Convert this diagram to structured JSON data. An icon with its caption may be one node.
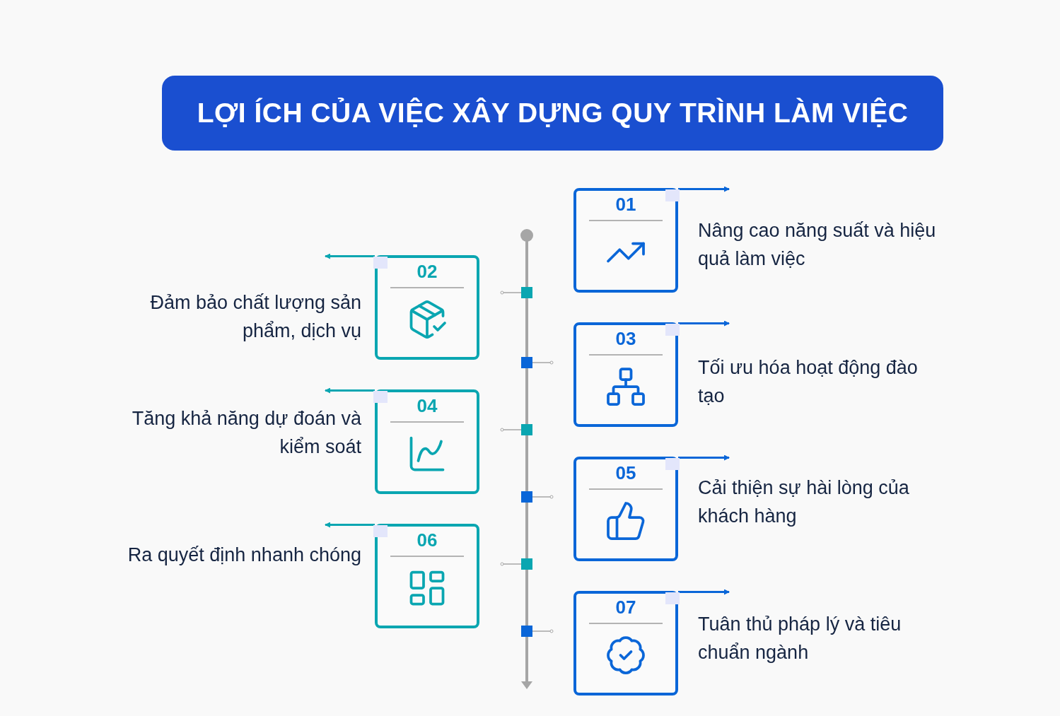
{
  "diagram": {
    "title": "LỢI ÍCH CỦA VIỆC XÂY DỰNG QUY TRÌNH LÀM VIỆC",
    "nodes": [
      {
        "text": [
          "01"
        ],
        "beside": [
          "Nâng cao năng suất và hiệu quả làm việc"
        ]
      },
      {
        "text": [
          "02"
        ],
        "beside": [
          "Đảm bảo chất lượng sản phẩm, dịch vụ"
        ]
      },
      {
        "text": [
          "03"
        ],
        "beside": [
          "Tối ưu hóa hoạt động đào tạo"
        ]
      },
      {
        "text": [
          "04"
        ],
        "beside": [
          "Tăng khả năng dự đoán và kiểm soát"
        ]
      },
      {
        "text": [
          "05"
        ],
        "beside": [
          "Cải thiện sự hài lòng của khách hàng"
        ]
      },
      {
        "text": [
          "06"
        ],
        "beside": [
          "Ra quyết định nhanh chóng"
        ]
      },
      {
        "text": [
          "07"
        ],
        "beside": [
          "Tuân thủ pháp lý và tiêu chuẩn ngành"
        ]
      }
    ],
    "edges": [
      {
        "from": 0,
        "to": null,
        "arrow": "to"
      },
      {
        "from": 1,
        "to": null,
        "arrow": "to",
        "color": "#0aa6b1"
      },
      {
        "from": 2,
        "to": null,
        "arrow": "to"
      },
      {
        "from": 3,
        "to": null,
        "arrow": "to",
        "color": "#0aa6b1"
      },
      {
        "from": 4,
        "to": null,
        "arrow": "to"
      },
      {
        "from": 5,
        "to": null,
        "arrow": "to",
        "color": "#0aa6b1"
      },
      {
        "from": 6,
        "to": null,
        "arrow": "to"
      }
    ]
  }
}
